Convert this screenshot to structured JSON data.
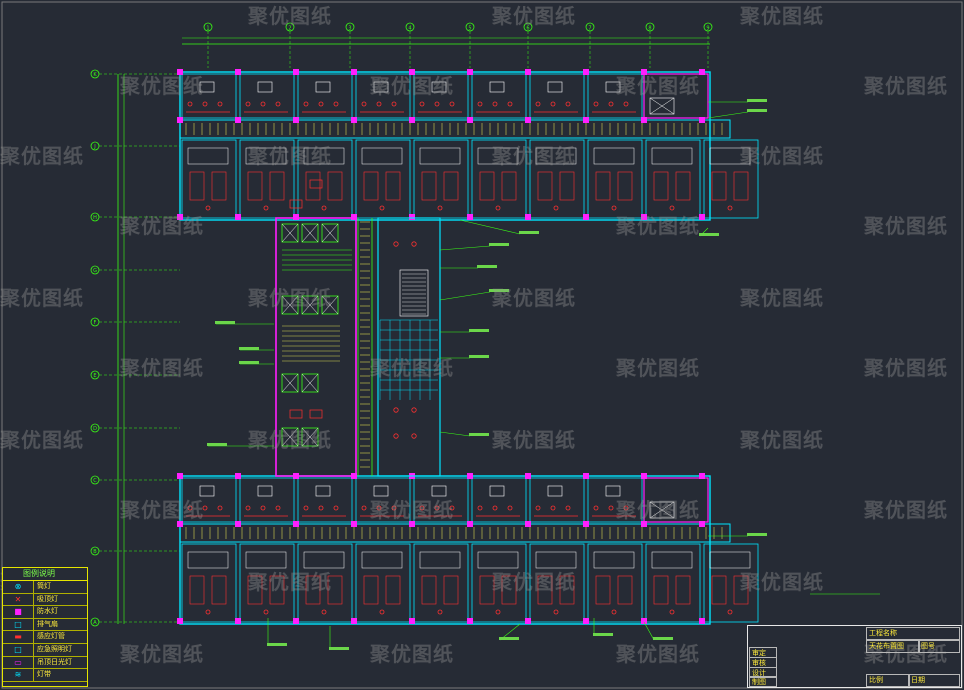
{
  "watermark": {
    "text": "聚优图纸"
  },
  "drawing": {
    "column_grid": [
      "1",
      "2",
      "3",
      "4",
      "5",
      "6",
      "7",
      "8",
      "9"
    ],
    "row_grid": [
      "K",
      "J",
      "H",
      "G",
      "F",
      "E",
      "D",
      "C",
      "B",
      "A"
    ]
  },
  "legend": {
    "title": "图例说明",
    "items": [
      {
        "symbol": "⊗",
        "label": "筒灯"
      },
      {
        "symbol": "✕",
        "label": "吸顶灯"
      },
      {
        "symbol": "■",
        "label": "防水灯"
      },
      {
        "symbol": "□",
        "label": "排气扇"
      },
      {
        "symbol": "▬",
        "label": "感应灯管"
      },
      {
        "symbol": "□",
        "label": "应急照明灯"
      },
      {
        "symbol": "▭",
        "label": "吊顶日光灯"
      },
      {
        "symbol": "≋",
        "label": "灯带"
      }
    ]
  },
  "title_block": {
    "project": "工程名称",
    "drawing_name": "天花布置图",
    "drawing_no": "图号",
    "rows": [
      "审定",
      "审核",
      "设计",
      "制图"
    ],
    "scale": "比例",
    "date": "日期"
  },
  "colors": {
    "background": "#262b35",
    "wall_cyan": "#00e5ff",
    "column_magenta": "#ff1fff",
    "annotation_green": "#39ff14",
    "fixture_red": "#ff3030",
    "text_yellow": "#ffeb3b"
  }
}
